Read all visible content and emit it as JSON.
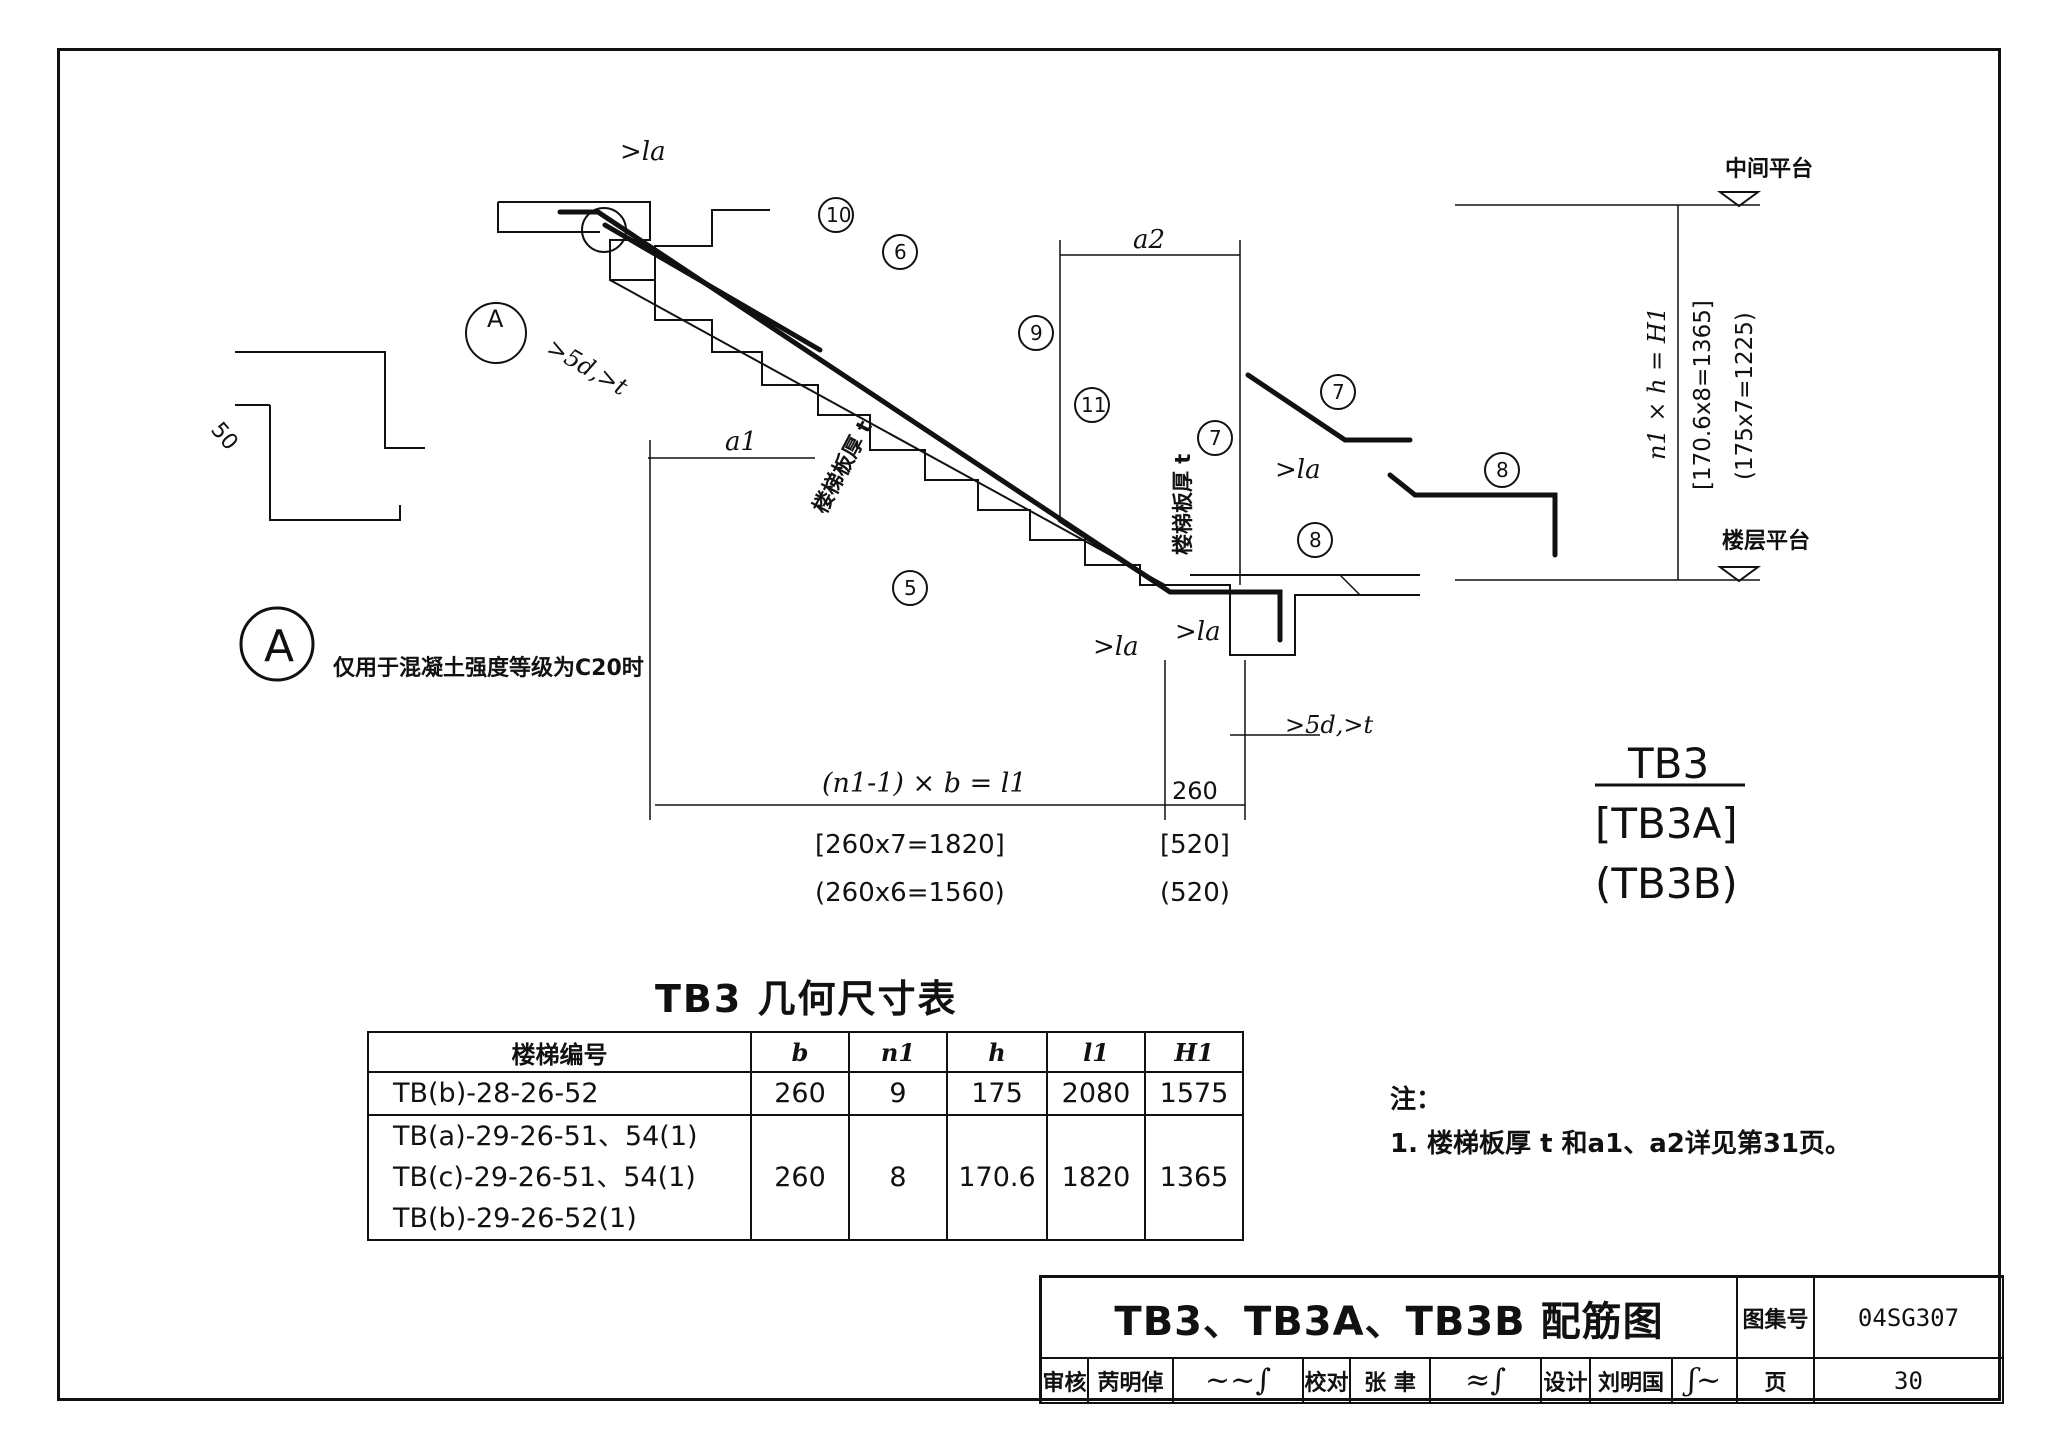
{
  "drawing": {
    "labels": {
      "la_top": ">la",
      "la_mid": ">la",
      "la_bottom_left": ">la",
      "la_bottom_right": ">la",
      "anchor_top": ">5d,>t",
      "anchor_bottom": ">5d,>t",
      "a1": "a1",
      "a2": "a2",
      "slab_thickness_diag": "楼梯板厚 t",
      "slab_thickness_vert": "楼梯板厚 t",
      "detail_50": "50",
      "detail_note": "仅用于混凝土强度等级为C20时",
      "callout_A": "A",
      "span_formula": "(n1-1) × b = l1",
      "span_260": "260",
      "span_tb3a": "[260x7=1820]",
      "span_tb3a_end": "[520]",
      "span_tb3b": "(260x6=1560)",
      "span_tb3b_end": "(520)",
      "height_formula": "n1 × h = H1",
      "height_tb3a": "[170.6x8=1365]",
      "height_tb3b": "(175x7=1225)",
      "mid_platform": "中间平台",
      "floor_platform": "楼层平台",
      "bar_marks": [
        "10",
        "6",
        "9",
        "11",
        "7",
        "5",
        "8",
        "7",
        "8"
      ]
    },
    "model": {
      "name": "TB3",
      "variant_a": "[TB3A]",
      "variant_b": "(TB3B)"
    }
  },
  "geometry_table": {
    "title": "TB3 几何尺寸表",
    "headers": [
      "楼梯编号",
      "b",
      "n1",
      "h",
      "l1",
      "H1"
    ],
    "rows": [
      {
        "codes": [
          "TB(b)-28-26-52"
        ],
        "b": "260",
        "n1": "9",
        "h": "175",
        "l1": "2080",
        "H1": "1575"
      },
      {
        "codes": [
          "TB(a)-29-26-51、54(1)",
          "TB(c)-29-26-51、54(1)",
          "TB(b)-29-26-52(1)"
        ],
        "b": "260",
        "n1": "8",
        "h": "170.6",
        "l1": "1820",
        "H1": "1365"
      }
    ]
  },
  "notes": {
    "heading": "注：",
    "items": [
      "1. 楼梯板厚 t 和a1、a2详见第31页。"
    ]
  },
  "title_block": {
    "title": "TB3、TB3A、TB3B 配筋图",
    "atlas_label": "图集号",
    "atlas_no": "04SG307",
    "review_label": "审核",
    "reviewer": "苪明倬",
    "check_label": "校对",
    "checker": "张 聿",
    "design_label": "设计",
    "designer": "刘明国",
    "page_label": "页",
    "page_no": "30"
  }
}
